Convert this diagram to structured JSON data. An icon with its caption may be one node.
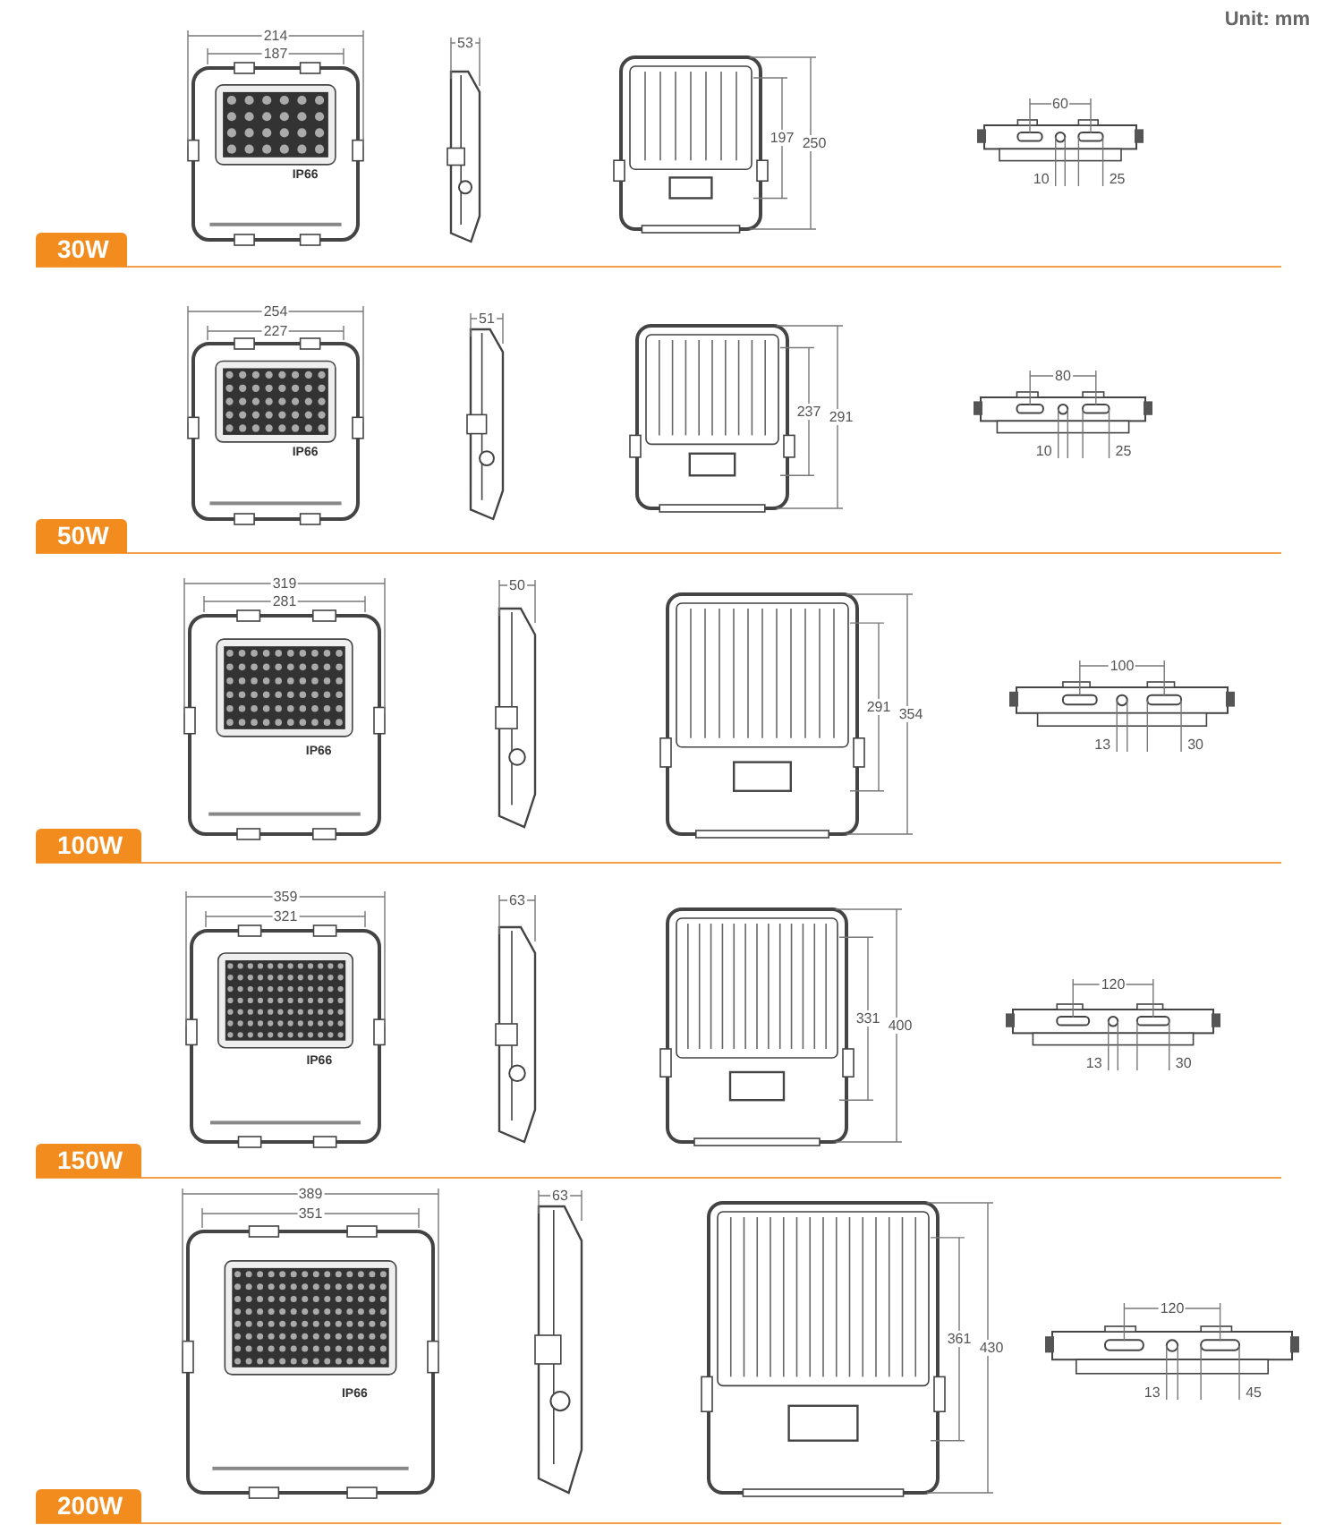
{
  "diagram": {
    "nodes": [
      {
        "text": [
          "30W"
        ]
      },
      {
        "text": [
          "50W"
        ]
      },
      {
        "text": [
          "100W"
        ]
      },
      {
        "text": [
          "150W"
        ]
      },
      {
        "text": [
          "200W"
        ]
      }
    ],
    "labels": [
      "Unit: mm",
      "214",
      "187",
      "IP66",
      "53",
      "197",
      "250",
      "60",
      "10",
      "25",
      "254",
      "227",
      "IP66",
      "51",
      "237",
      "291",
      "80",
      "10",
      "25",
      "319",
      "281",
      "IP66",
      "50",
      "291",
      "354",
      "100",
      "13",
      "30",
      "359",
      "321",
      "IP66",
      "63",
      "331",
      "400",
      "120",
      "13",
      "30",
      "389",
      "351",
      "IP66",
      "63",
      "361",
      "430",
      "120",
      "13",
      "45"
    ]
  }
}
